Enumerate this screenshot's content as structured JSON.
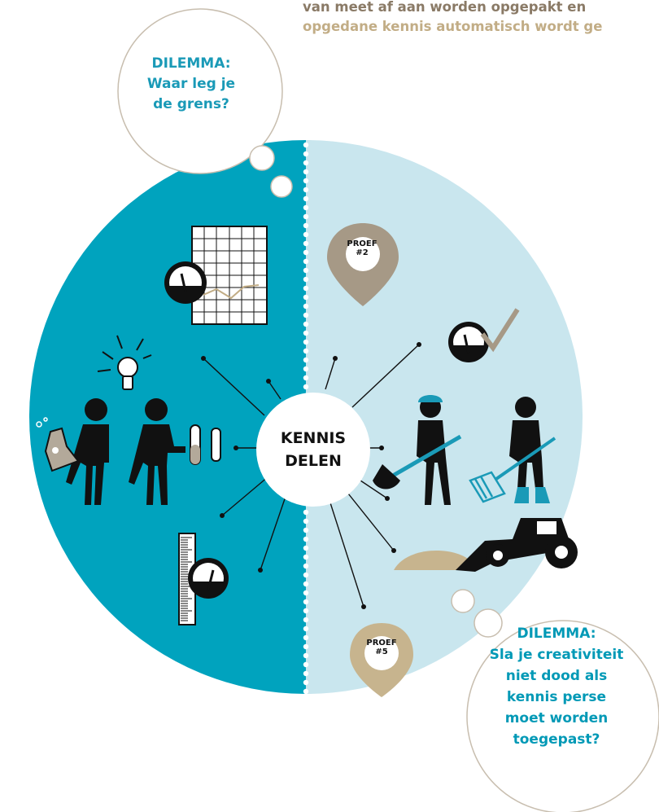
{
  "intro": {
    "line1": "van meet af aan worden opgepakt en",
    "line2": "opgedane kennis automatisch wordt ge"
  },
  "dilemma_top": {
    "label": "DILEMMA:",
    "line1": "Waar leg je",
    "line2": "de grens?"
  },
  "dilemma_bottom": {
    "label": "DILEMMA:",
    "line1": "Sla je creativiteit",
    "line2": "niet dood als",
    "line3": "kennis perse",
    "line4": "moet worden",
    "line5": "toegepast?"
  },
  "center": {
    "line1": "KENNIS",
    "line2": "DELEN"
  },
  "pins": {
    "proef2": {
      "line1": "PROEF",
      "line2": "#2"
    },
    "proef5": {
      "line1": "PROEF",
      "line2": "#5"
    }
  },
  "colors": {
    "teal": "#00a3be",
    "light_blue": "#c9e6ee",
    "pin_dark": "#a69986",
    "pin_light": "#c7b48e",
    "text_teal": "#1a9ab7",
    "intro_dark": "#8a7a66",
    "intro_light": "#c2ad86"
  }
}
